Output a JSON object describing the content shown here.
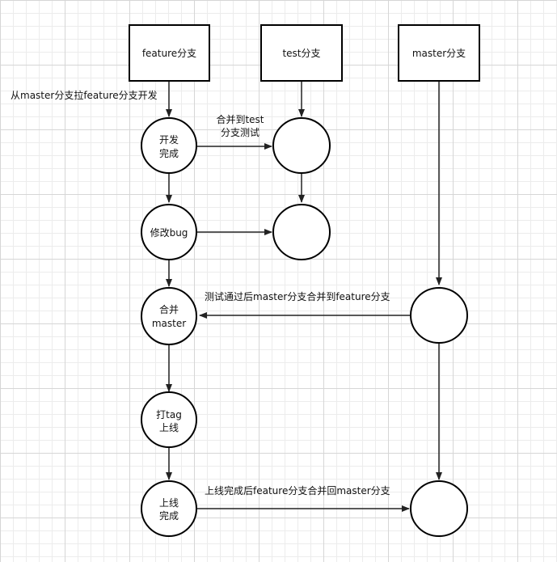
{
  "branches": {
    "feature": "feature分支",
    "test": "test分支",
    "master": "master分支"
  },
  "edge_labels": {
    "pull_from_master": "从master分支拉feature分支开发",
    "merge_to_test_1": "合并到test",
    "merge_to_test_2": "分支测试",
    "master_merge_to_feature": "测试通过后master分支合并到feature分支",
    "release_merge_back": "上线完成后feature分支合并回master分支"
  },
  "nodes": {
    "develop_1": "开发",
    "develop_2": "完成",
    "fix_bug": "修改bug",
    "merge_master_1": "合并",
    "merge_master_2": "master",
    "tag_1": "打tag",
    "tag_2": "上线",
    "release_1": "上线",
    "release_2": "完成"
  }
}
